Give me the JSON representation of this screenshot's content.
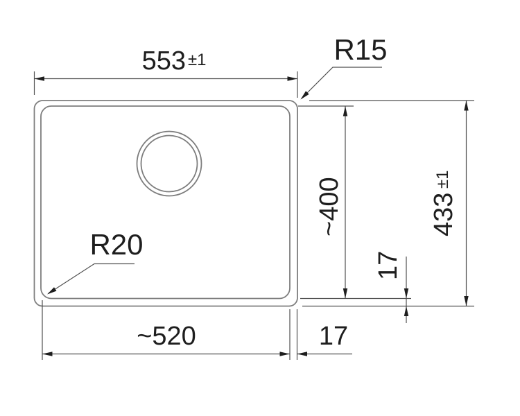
{
  "drawing": {
    "type": "technical-dimension-drawing",
    "subject": "sink plan view with dimensions",
    "labels": {
      "outer_width_value": "553",
      "outer_width_tol": "±1",
      "outer_height_value": "433",
      "outer_height_tol": "±1",
      "inner_width": "~520",
      "inner_height": "~400",
      "rim_offset_vertical": "17",
      "rim_offset_horizontal": "17",
      "radius_outer_corner": "R15",
      "radius_inner_corner": "R20"
    },
    "colors": {
      "background": "#ffffff",
      "outline": "#7d7d7d",
      "dimension": "#4f4f4f",
      "text": "#1e1e1e"
    }
  }
}
